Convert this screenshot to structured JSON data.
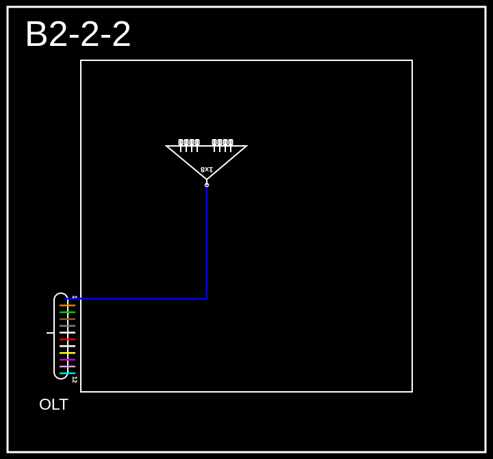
{
  "diagram": {
    "title": "B2-2-2",
    "olt": {
      "label": "OLT",
      "port_first": "1",
      "port_last": "12",
      "fiber_colors": [
        "#0000ff",
        "#ff8000",
        "#00cc00",
        "#8b5a2b",
        "#808080",
        "#ffffff",
        "#ff0000",
        "#ffffff",
        "#ffff00",
        "#cc00cc",
        "#e0a0e0",
        "#00e0e0"
      ]
    },
    "splitter": {
      "label": "1x8",
      "outputs": 8
    },
    "connection": {
      "color": "#0000ff",
      "from": "OLT port 1",
      "to": "Splitter 1x8 input"
    },
    "colors": {
      "background": "#000000",
      "frame": "#ffffff"
    }
  }
}
